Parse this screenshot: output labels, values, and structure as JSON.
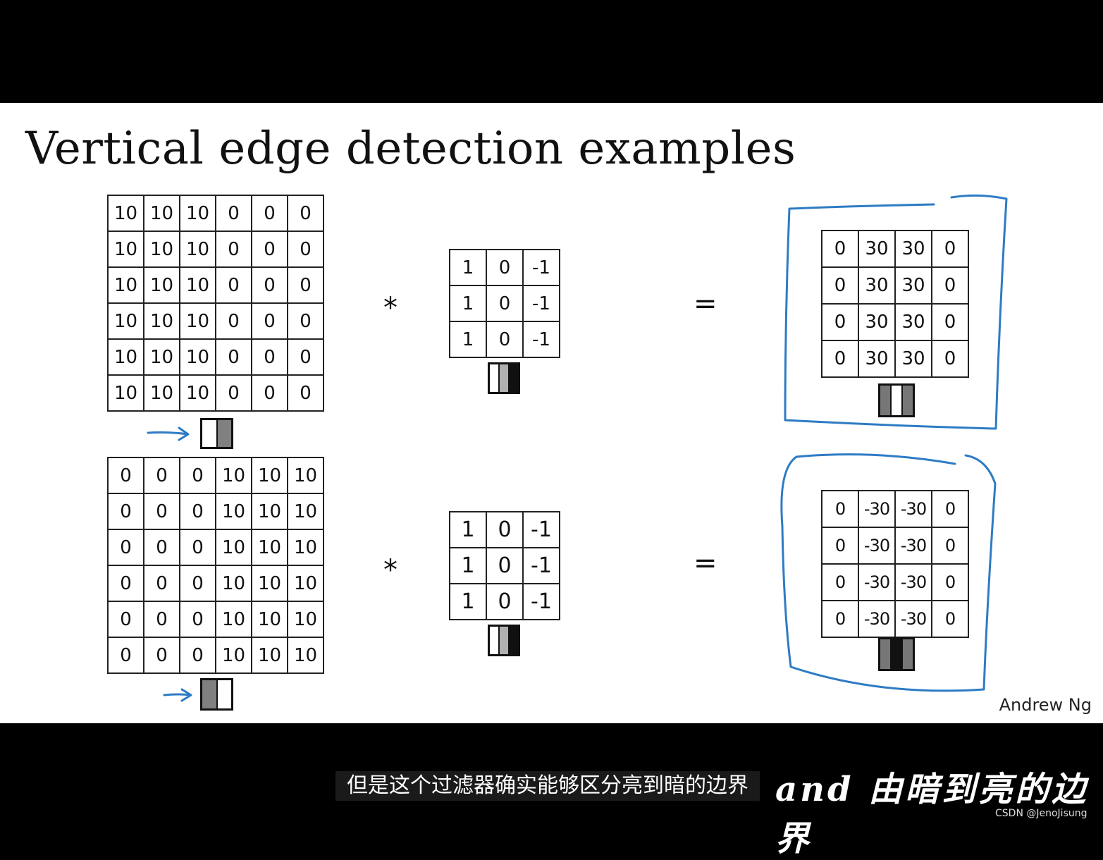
{
  "slide": {
    "title": "Vertical edge detection examples",
    "author": "Andrew Ng",
    "operators": {
      "conv": "*",
      "equals": "="
    },
    "example1": {
      "input": [
        [
          10,
          10,
          10,
          0,
          0,
          0
        ],
        [
          10,
          10,
          10,
          0,
          0,
          0
        ],
        [
          10,
          10,
          10,
          0,
          0,
          0
        ],
        [
          10,
          10,
          10,
          0,
          0,
          0
        ],
        [
          10,
          10,
          10,
          0,
          0,
          0
        ],
        [
          10,
          10,
          10,
          0,
          0,
          0
        ]
      ],
      "filter": [
        [
          1,
          0,
          -1
        ],
        [
          1,
          0,
          -1
        ],
        [
          1,
          0,
          -1
        ]
      ],
      "output": [
        [
          0,
          30,
          30,
          0
        ],
        [
          0,
          30,
          30,
          0
        ],
        [
          0,
          30,
          30,
          0
        ],
        [
          0,
          30,
          30,
          0
        ]
      ],
      "input_swatch": [
        "#ffffff",
        "#808080"
      ],
      "filter_swatch": [
        "#ffffff",
        "#b0b0b0",
        "#111111"
      ],
      "output_swatch": [
        "#777777",
        "#ffffff",
        "#777777"
      ]
    },
    "example2": {
      "input": [
        [
          0,
          0,
          0,
          10,
          10,
          10
        ],
        [
          0,
          0,
          0,
          10,
          10,
          10
        ],
        [
          0,
          0,
          0,
          10,
          10,
          10
        ],
        [
          0,
          0,
          0,
          10,
          10,
          10
        ],
        [
          0,
          0,
          0,
          10,
          10,
          10
        ],
        [
          0,
          0,
          0,
          10,
          10,
          10
        ]
      ],
      "filter": [
        [
          1,
          0,
          -1
        ],
        [
          1,
          0,
          -1
        ],
        [
          1,
          0,
          -1
        ]
      ],
      "output": [
        [
          0,
          -30,
          -30,
          0
        ],
        [
          0,
          -30,
          -30,
          0
        ],
        [
          0,
          -30,
          -30,
          0
        ],
        [
          0,
          -30,
          -30,
          0
        ]
      ],
      "input_swatch": [
        "#808080",
        "#ffffff"
      ],
      "filter_swatch": [
        "#ffffff",
        "#b0b0b0",
        "#111111"
      ],
      "output_swatch": [
        "#777777",
        "#111111",
        "#777777"
      ]
    },
    "annotation_color": "#2e7bc4"
  },
  "subtitle": "但是这个过滤器确实能够区分亮到暗的边界",
  "handwriting": "and 由暗到亮的边界",
  "watermark": "CSDN @JenoJisung"
}
